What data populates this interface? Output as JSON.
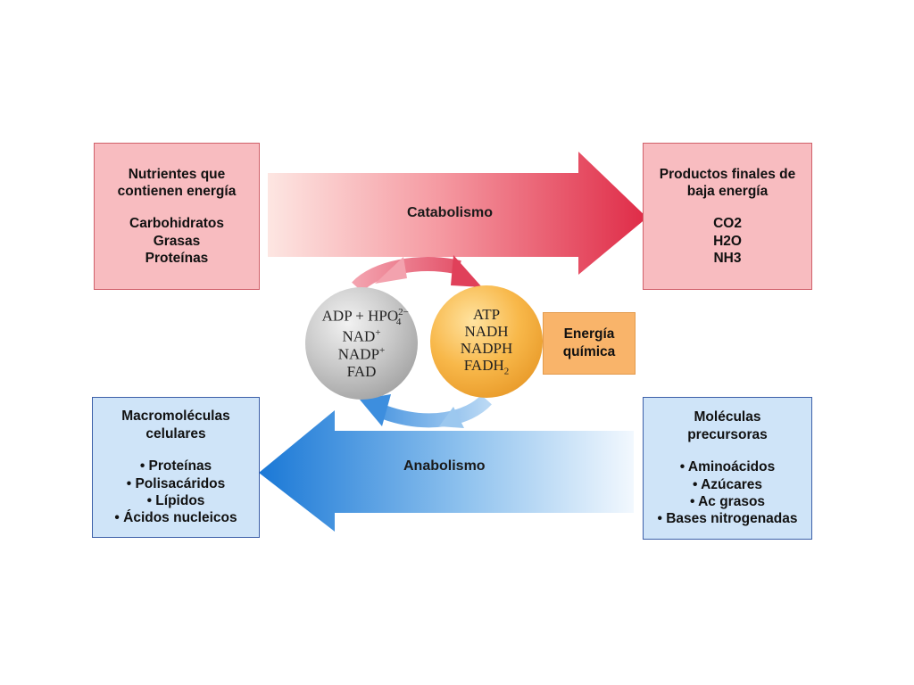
{
  "catabolism": {
    "label": "Catabolismo",
    "input_box": {
      "title_lines": [
        "Nutrientes que",
        "contienen energía"
      ],
      "items": [
        "Carbohidratos",
        "Grasas",
        "Proteínas"
      ]
    },
    "output_box": {
      "title_lines": [
        "Productos finales de",
        "baja energía"
      ],
      "items": [
        "CO2",
        "H2O",
        "NH3"
      ]
    }
  },
  "anabolism": {
    "label": "Anabolismo",
    "input_box": {
      "title_lines": [
        "Moléculas",
        "precursoras"
      ],
      "items": [
        "• Aminoácidos",
        "• Azúcares",
        "• Ac grasos",
        "• Bases nitrogenadas"
      ]
    },
    "output_box": {
      "title_lines": [
        "Macromoléculas",
        "celulares"
      ],
      "items": [
        "• Proteínas",
        "• Polisacáridos",
        "• Lípidos",
        "• Ácidos nucleicos"
      ]
    }
  },
  "low_energy_carriers": {
    "adp": "ADP + HPO",
    "hpo_sup": "2−",
    "hpo_sub": "4",
    "nad": "NAD",
    "nad_sup": "+",
    "nadp": "NADP",
    "nadp_sup": "+",
    "fad": "FAD"
  },
  "high_energy_carriers": {
    "atp": "ATP",
    "nadh": "NADH",
    "nadph": "NADPH",
    "fadh": "FADH",
    "fadh_sub": "2"
  },
  "chemical_energy": {
    "lines": [
      "Energía",
      "química"
    ]
  },
  "colors": {
    "catabolism_arrow": "#e0304a",
    "anabolism_arrow": "#1f7ad6",
    "pink_box": "#f8bcc0",
    "blue_box": "#cfe4f8",
    "energy_box": "#f9b46a"
  }
}
